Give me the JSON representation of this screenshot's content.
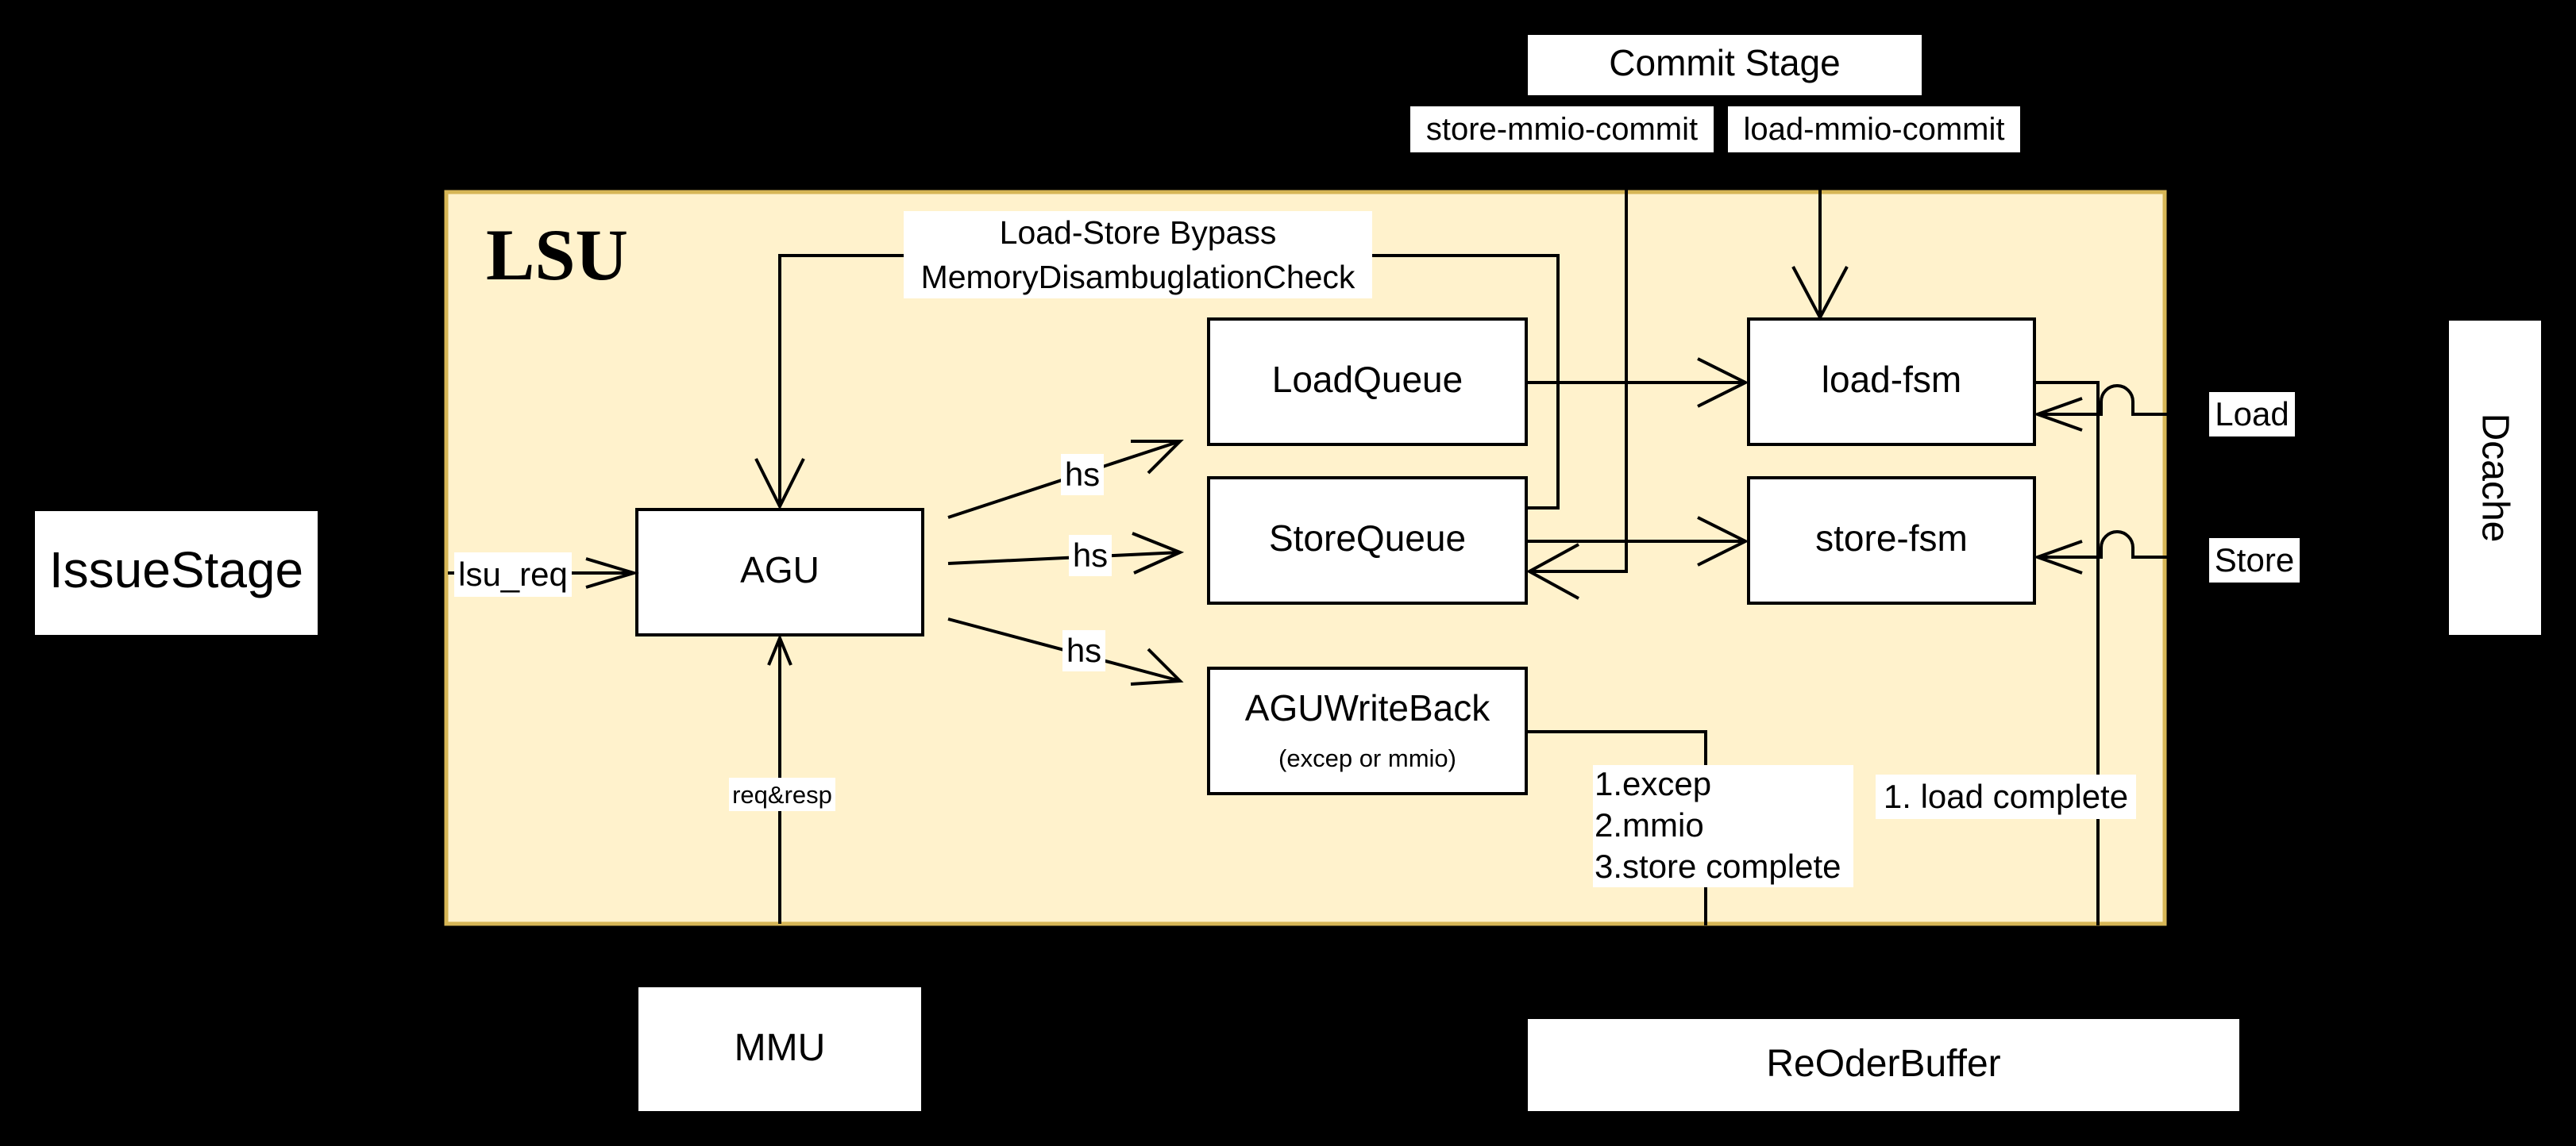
{
  "diagram": {
    "external": {
      "commit_stage": "Commit Stage",
      "issue_stage": "IssueStage",
      "dcache": "Dcache",
      "mmu": "MMU",
      "reorder_buffer": "ReOderBuffer"
    },
    "lsu": {
      "title": "LSU",
      "agu": "AGU",
      "load_queue": "LoadQueue",
      "store_queue": "StoreQueue",
      "agu_write_back": "AGUWriteBack",
      "agu_write_back_note": "(excep or mmio)",
      "load_fsm": "load-fsm",
      "store_fsm": "store-fsm"
    },
    "labels": {
      "store_mmio_commit": "store-mmio-commit",
      "load_mmio_commit": "load-mmio-commit",
      "bypass_line1": "Load-Store Bypass",
      "bypass_line2": "MemoryDisambuglationCheck",
      "lsu_req": "lsu_req",
      "hs_load": "hs",
      "hs_store": "hs",
      "hs_wb": "hs",
      "req_resp": "req&resp",
      "wb_lines": [
        "1.excep",
        "2.mmio",
        "3.store complete"
      ],
      "load_complete": "1. load complete",
      "load": "Load",
      "store": "Store"
    },
    "colors": {
      "background": "#000000",
      "lsu_fill": "#fff2cc",
      "lsu_border": "#d6b656",
      "box_fill": "#ffffff",
      "stroke": "#000000"
    }
  }
}
